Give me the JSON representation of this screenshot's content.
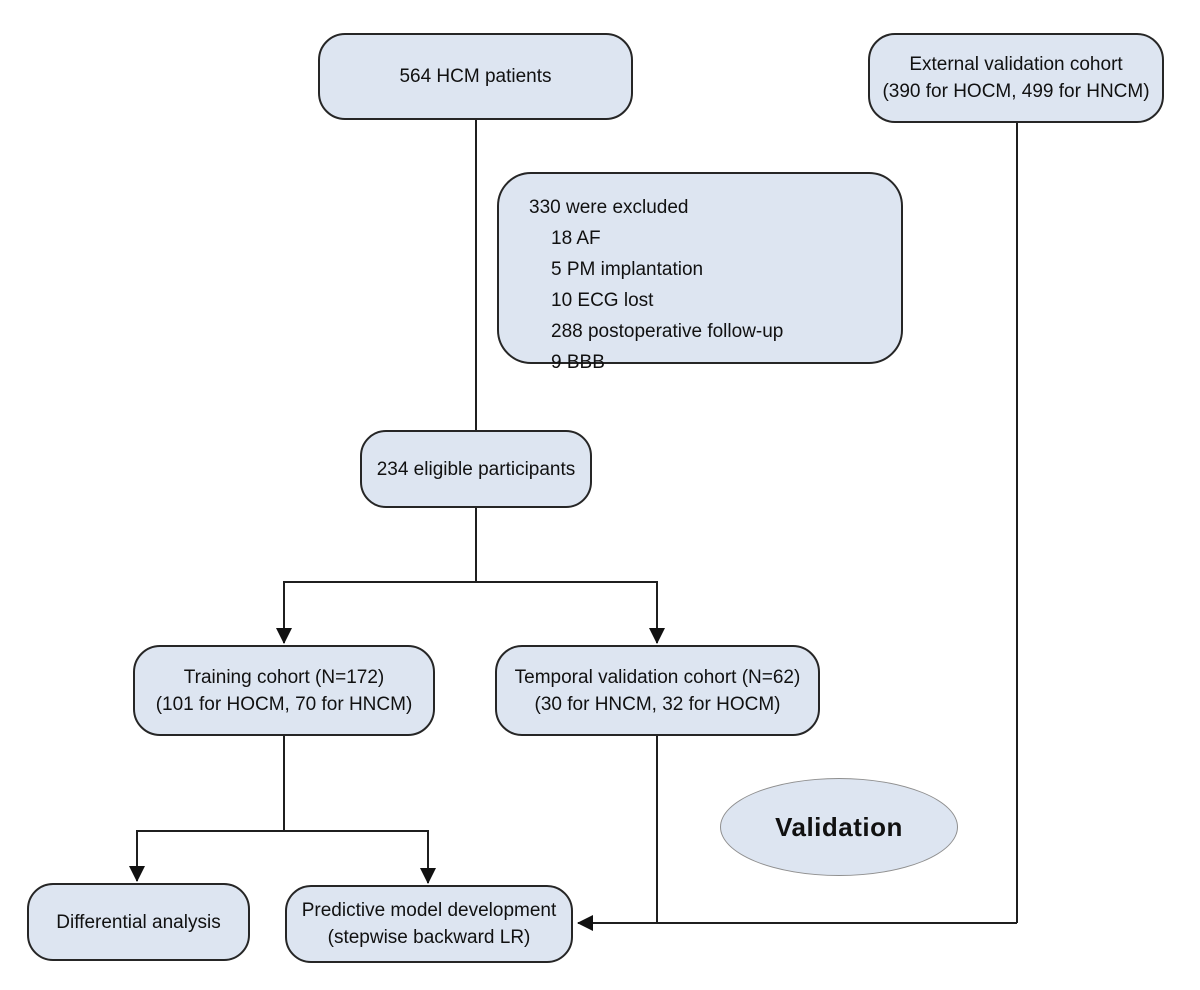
{
  "diagram": {
    "title_semantic": "HCM patient cohort selection flowchart",
    "colors": {
      "node_fill": "#dde5f1",
      "node_border": "#262626",
      "ellipse_border": "#8f8f8f",
      "line_color": "#1f1f1f",
      "text_color": "#111111",
      "background": "#ffffff"
    },
    "nodes": {
      "hcm_patients": {
        "label": "564 HCM patients"
      },
      "external_validation": {
        "line1": "External validation cohort",
        "line2": "(390 for HOCM, 499 for HNCM)"
      },
      "excluded": {
        "title": "330 were excluded",
        "items": [
          "18 AF",
          "5 PM implantation",
          "10 ECG lost",
          "288 postoperative follow-up",
          "9 BBB"
        ]
      },
      "eligible": {
        "label": "234 eligible participants"
      },
      "training_cohort": {
        "line1": "Training cohort (N=172)",
        "line2": "(101 for HOCM, 70 for HNCM)"
      },
      "temporal_validation": {
        "line1": "Temporal validation cohort (N=62)",
        "line2": "(30 for HNCM, 32 for HOCM)"
      },
      "differential_analysis": {
        "label": "Differential analysis"
      },
      "predictive_model": {
        "line1": "Predictive model development",
        "line2": "(stepwise backward LR)"
      },
      "validation_ellipse": {
        "label": "Validation"
      }
    },
    "edges": [
      "564 HCM patients -> 234 eligible participants",
      "234 eligible participants -> Training cohort (N=172)",
      "234 eligible participants -> Temporal validation cohort (N=62)",
      "Training cohort (N=172) -> Differential analysis",
      "Training cohort (N=172) -> Predictive model development",
      "Temporal validation cohort (N=62) -> Predictive model development",
      "External validation cohort -> Predictive model development"
    ]
  }
}
